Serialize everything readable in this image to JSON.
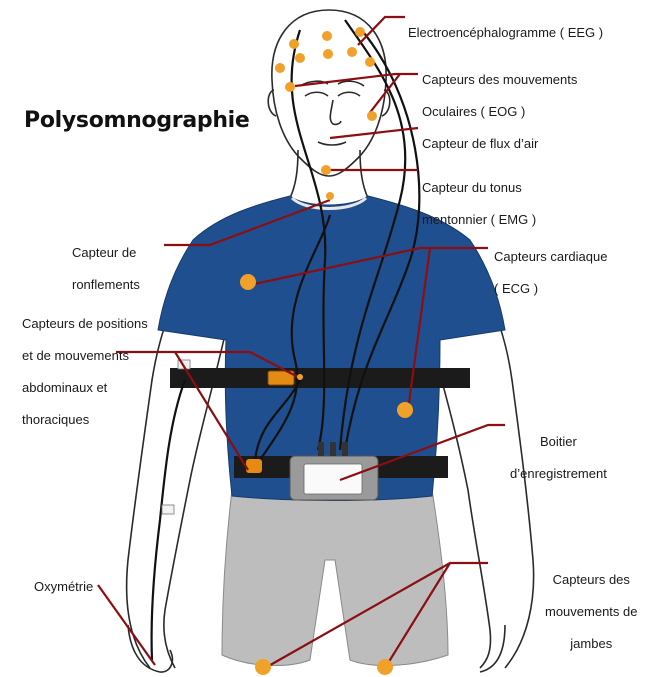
{
  "title": "Polysomnographie",
  "colors": {
    "leader": "#8b0e12",
    "sensor": "#f0a12a",
    "shirt": "#1f4f8f",
    "shorts": "#bdbdbd",
    "belt": "#1b1b1b",
    "skin_outline": "#2a2a2a"
  },
  "labels": {
    "eeg": [
      "Electroencéphalogramme ( EEG )"
    ],
    "eog": [
      "Capteurs des mouvements",
      "Oculaires ( EOG )"
    ],
    "airflow": [
      "Capteur de flux d’air"
    ],
    "emg": [
      "Capteur du tonus",
      "mentonnier ( EMG )"
    ],
    "snore": [
      "Capteur de",
      "ronflements"
    ],
    "ecg": [
      "Capteurs cardiaque",
      "( ECG )"
    ],
    "positions": [
      "Capteurs de positions",
      "et de mouvements",
      "abdominaux et",
      "thoraciques"
    ],
    "recorder": [
      "Boitier",
      "d’enregistrement"
    ],
    "oximetry": [
      "Oxymétrie"
    ],
    "legs": [
      "Capteurs des",
      "mouvements de",
      "jambes"
    ]
  }
}
